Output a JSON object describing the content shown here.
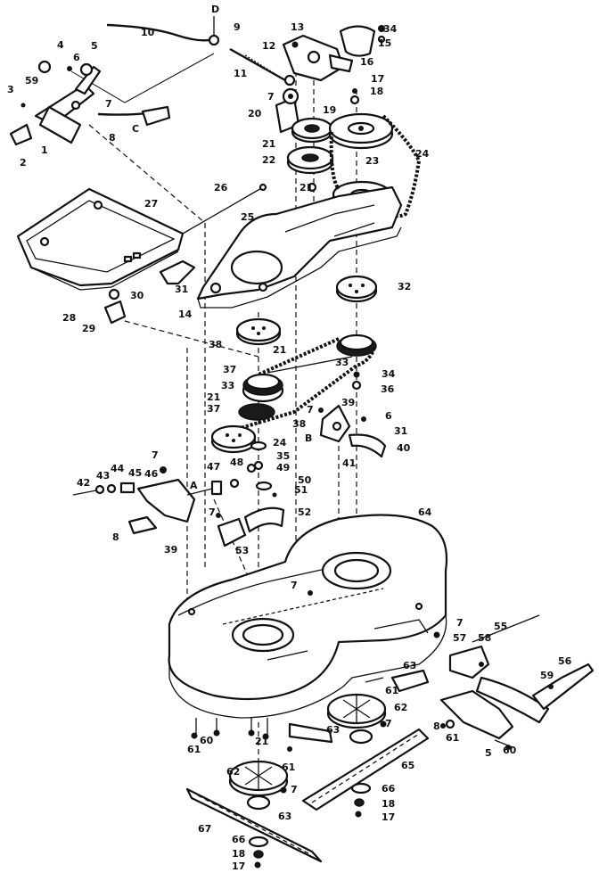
{
  "callouts": [
    {
      "text": "D"
    },
    {
      "text": "10"
    },
    {
      "text": "9"
    },
    {
      "text": "13"
    },
    {
      "text": "34"
    },
    {
      "text": "15"
    },
    {
      "text": "4"
    },
    {
      "text": "6"
    },
    {
      "text": "5"
    },
    {
      "text": "12"
    },
    {
      "text": "16"
    },
    {
      "text": "11"
    },
    {
      "text": "17"
    },
    {
      "text": "59"
    },
    {
      "text": "3"
    },
    {
      "text": "18"
    },
    {
      "text": "7"
    },
    {
      "text": "7"
    },
    {
      "text": "20"
    },
    {
      "text": "19"
    },
    {
      "text": "1"
    },
    {
      "text": "8"
    },
    {
      "text": "C"
    },
    {
      "text": "2"
    },
    {
      "text": "21"
    },
    {
      "text": "23"
    },
    {
      "text": "22"
    },
    {
      "text": "24"
    },
    {
      "text": "21"
    },
    {
      "text": "26"
    },
    {
      "text": "27"
    },
    {
      "text": "25"
    },
    {
      "text": "31"
    },
    {
      "text": "30"
    },
    {
      "text": "32"
    },
    {
      "text": "28"
    },
    {
      "text": "14"
    },
    {
      "text": "29"
    },
    {
      "text": "38"
    },
    {
      "text": "21"
    },
    {
      "text": "33"
    },
    {
      "text": "37"
    },
    {
      "text": "34"
    },
    {
      "text": "36"
    },
    {
      "text": "21"
    },
    {
      "text": "33"
    },
    {
      "text": "7"
    },
    {
      "text": "39"
    },
    {
      "text": "6"
    },
    {
      "text": "37"
    },
    {
      "text": "31"
    },
    {
      "text": "38"
    },
    {
      "text": "B"
    },
    {
      "text": "41"
    },
    {
      "text": "40"
    },
    {
      "text": "24"
    },
    {
      "text": "35"
    },
    {
      "text": "7"
    },
    {
      "text": "47"
    },
    {
      "text": "48"
    },
    {
      "text": "49"
    },
    {
      "text": "50"
    },
    {
      "text": "46"
    },
    {
      "text": "42"
    },
    {
      "text": "43"
    },
    {
      "text": "44"
    },
    {
      "text": "45"
    },
    {
      "text": "A"
    },
    {
      "text": "51"
    },
    {
      "text": "52"
    },
    {
      "text": "64"
    },
    {
      "text": "7"
    },
    {
      "text": "8"
    },
    {
      "text": "39"
    },
    {
      "text": "53"
    },
    {
      "text": "7"
    },
    {
      "text": "7"
    },
    {
      "text": "55"
    },
    {
      "text": "57"
    },
    {
      "text": "58"
    },
    {
      "text": "63"
    },
    {
      "text": "56"
    },
    {
      "text": "59"
    },
    {
      "text": "61"
    },
    {
      "text": "62"
    },
    {
      "text": "7"
    },
    {
      "text": "8"
    },
    {
      "text": "61"
    },
    {
      "text": "60"
    },
    {
      "text": "60"
    },
    {
      "text": "63"
    },
    {
      "text": "21"
    },
    {
      "text": "65"
    },
    {
      "text": "5"
    },
    {
      "text": "61"
    },
    {
      "text": "61"
    },
    {
      "text": "62"
    },
    {
      "text": "7"
    },
    {
      "text": "66"
    },
    {
      "text": "63"
    },
    {
      "text": "18"
    },
    {
      "text": "17"
    },
    {
      "text": "67"
    },
    {
      "text": "66"
    },
    {
      "text": "18"
    },
    {
      "text": "17"
    }
  ]
}
